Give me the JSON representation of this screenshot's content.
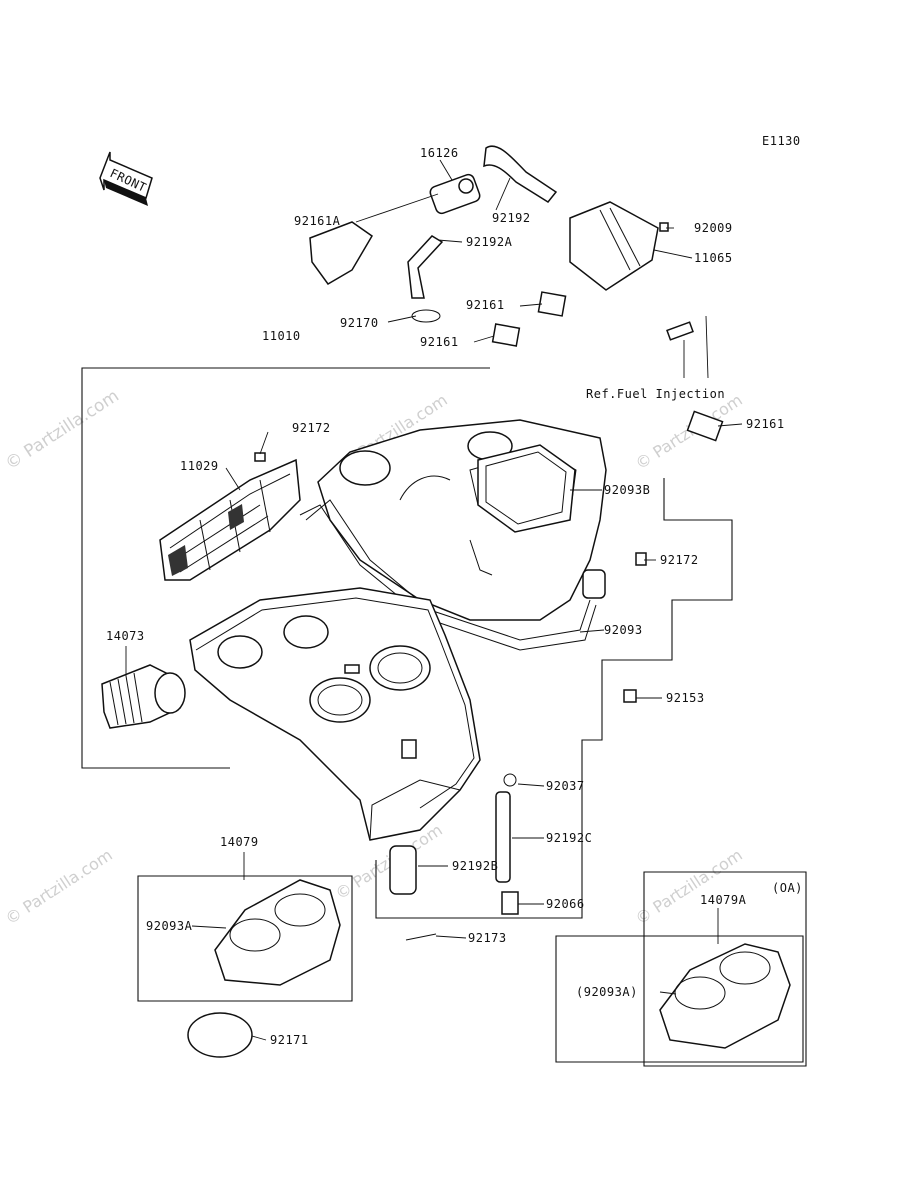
{
  "diagram_code": "E1130",
  "watermark": "© Partzilla.com",
  "front_label": "FRONT",
  "ref_note": "Ref.Fuel Injection",
  "optional_mark": "(OA)",
  "labels": {
    "p16126": "16126",
    "p92161A": "92161A",
    "p92192": "92192",
    "p92009": "92009",
    "p92192A": "92192A",
    "p11065": "11065",
    "p92161_top": "92161",
    "p92170": "92170",
    "p92161_mid": "92161",
    "p11010": "11010",
    "p92161_right": "92161",
    "p92172_left": "92172",
    "p11029": "11029",
    "p92093B": "92093B",
    "p92172_right": "92172",
    "p14073": "14073",
    "p92093": "92093",
    "p92153": "92153",
    "p92037": "92037",
    "p14079": "14079",
    "p92192C": "92192C",
    "p92192B": "92192B",
    "p92093A": "92093A",
    "p92066": "92066",
    "p14079A": "14079A",
    "p92173": "92173",
    "p92093A_opt": "(92093A)",
    "p92171": "92171"
  }
}
